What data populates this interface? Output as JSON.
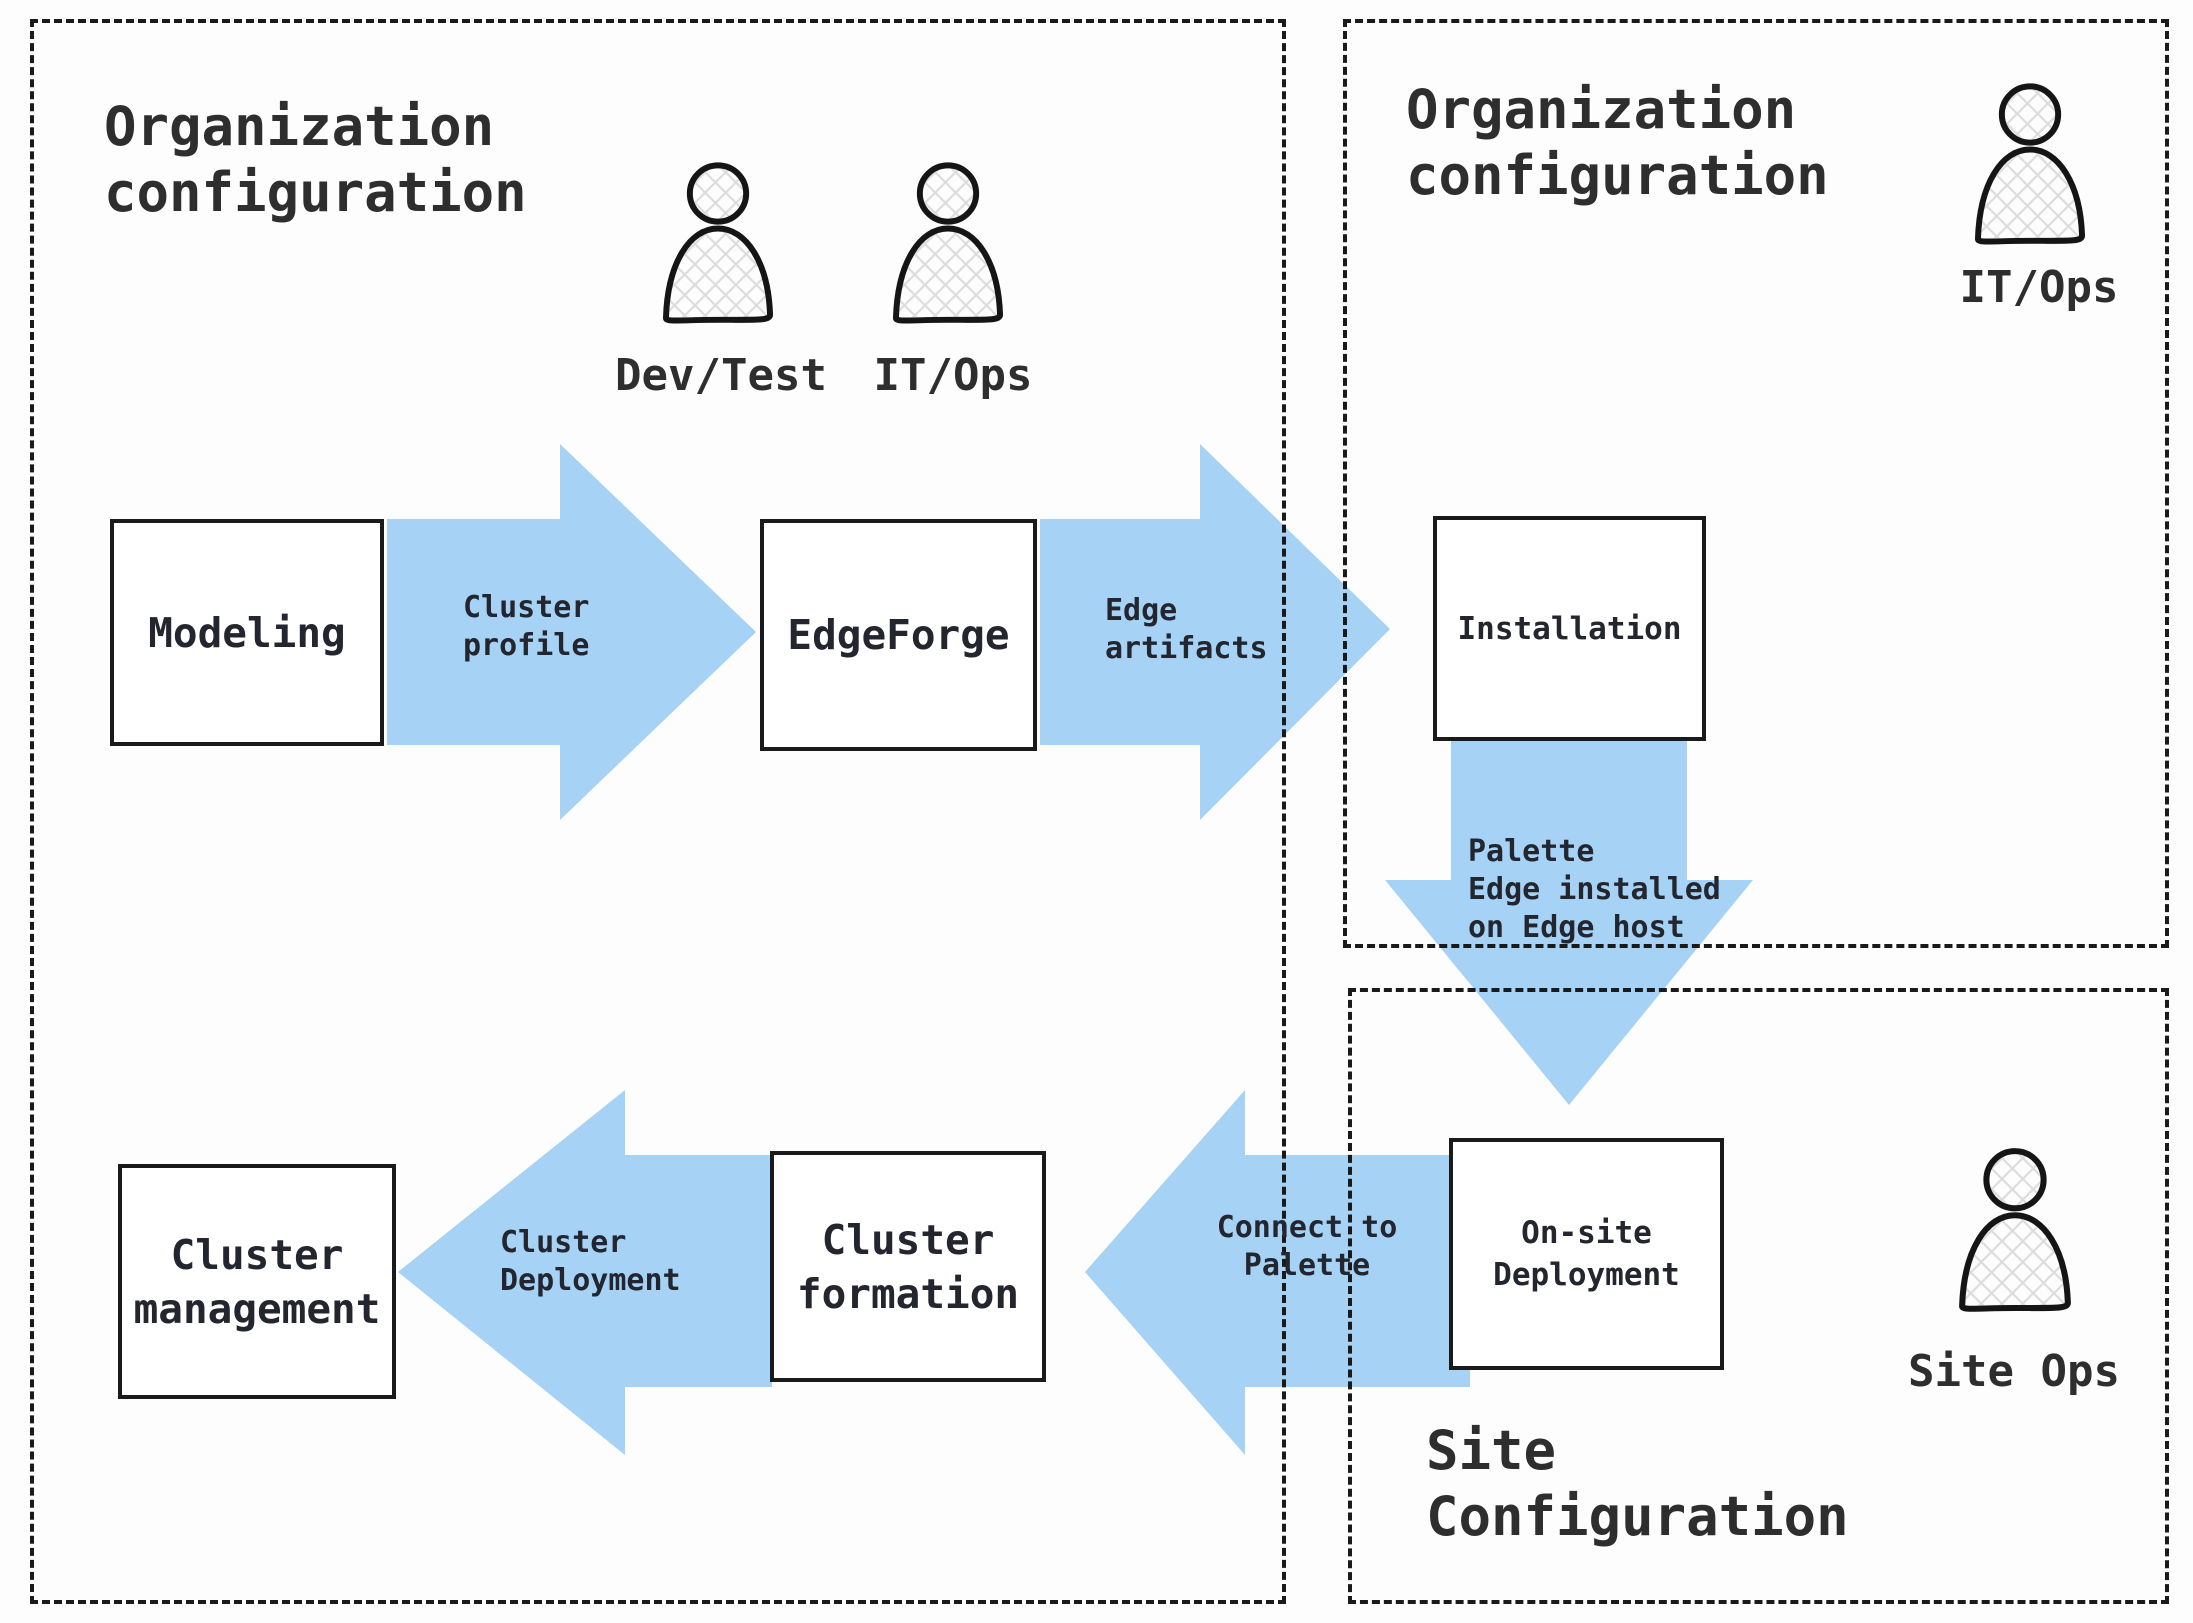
{
  "colors": {
    "arrow_blue": "#a6d2f6",
    "ink": "#23262e",
    "line": "#1a1a1a",
    "background": "#fdfdfd"
  },
  "titles": {
    "org_left_1": "Organization",
    "org_left_2": "configuration",
    "org_right_1": "Organization",
    "org_right_2": "configuration",
    "site_1": "Site",
    "site_2": "Configuration"
  },
  "personas": {
    "dev_test": "Dev/Test",
    "it_ops_left": "IT/Ops",
    "it_ops_right": "IT/Ops",
    "site_ops": "Site Ops"
  },
  "nodes": {
    "modeling": "Modeling",
    "edgeforge": "EdgeForge",
    "installation": "Installation",
    "onsite_1": "On-site",
    "onsite_2": "Deployment",
    "formation_1": "Cluster",
    "formation_2": "formation",
    "management_1": "Cluster",
    "management_2": "management"
  },
  "arrow_labels": {
    "profile_1": "Cluster",
    "profile_2": "profile",
    "artifacts_1": "Edge",
    "artifacts_2": "artifacts",
    "palette_1": "Palette",
    "palette_2": "Edge installed",
    "palette_3": "on Edge host",
    "connect_1": "Connect to",
    "connect_2": "Palette",
    "deploy_1": "Cluster",
    "deploy_2": "Deployment"
  }
}
